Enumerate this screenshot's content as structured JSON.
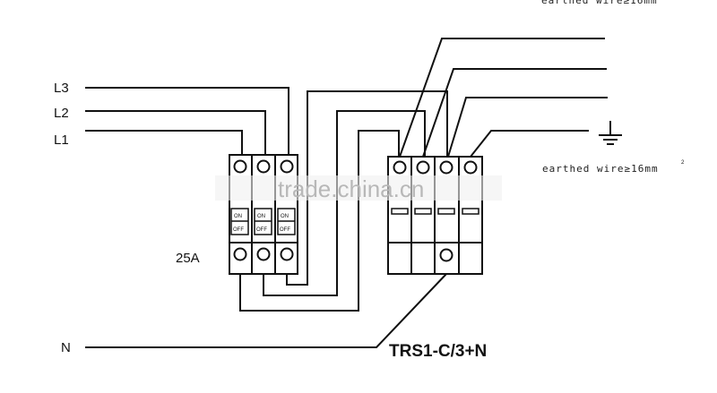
{
  "labels": {
    "l3": "L3",
    "l2": "L2",
    "l1": "L1",
    "n": "N",
    "breaker_rating": "25A",
    "device_model": "TRS1-C/3+N",
    "earth_note": "earthed wire≥16mm",
    "earth_note_sup": "2",
    "switch_on": "ON",
    "switch_off": "OFF"
  },
  "watermark": "trade.china.cn",
  "colors": {
    "line": "#111111",
    "watermark": "#b8b8b8"
  }
}
